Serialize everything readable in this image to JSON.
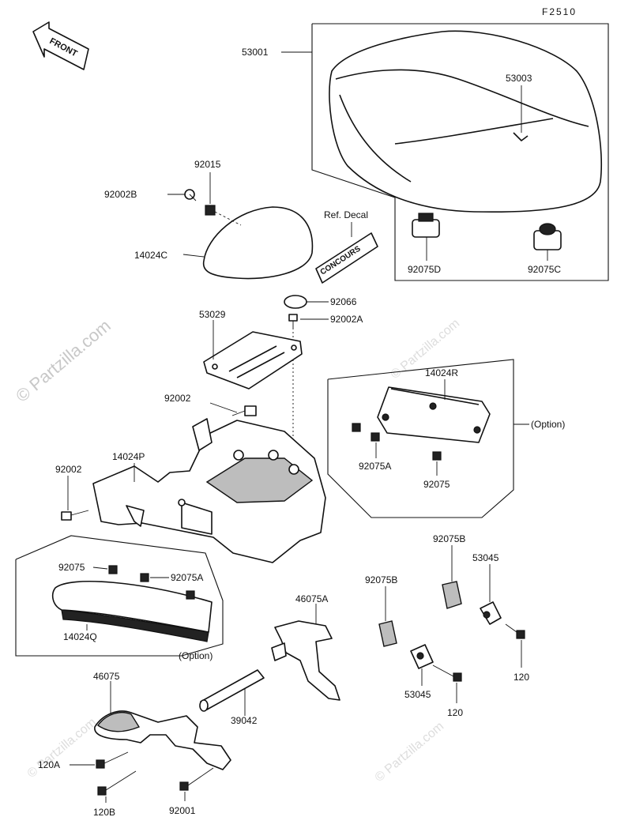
{
  "figure_code": "F2510",
  "front_label": "FRONT",
  "watermark": "© Partzilla.com",
  "ref_decal_label": "Ref. Decal",
  "decal_text": "CONCOURS",
  "option_right": "(Option)",
  "option_left": "(Option)",
  "parts": {
    "p53001": "53001",
    "p53003": "53003",
    "p92015": "92015",
    "p92002B": "92002B",
    "p14024C": "14024C",
    "p92075D": "92075D",
    "p92075C": "92075C",
    "p92066": "92066",
    "p53029": "53029",
    "p92002A": "92002A",
    "p92002_mid": "92002",
    "p14024R": "14024R",
    "p92075A_r": "92075A",
    "p92075_r": "92075",
    "p14024P": "14024P",
    "p92002_left": "92002",
    "p92075_l": "92075",
    "p92075A_l": "92075A",
    "p14024Q": "14024Q",
    "p92075B_top": "92075B",
    "p53045_top": "53045",
    "p92075B_mid": "92075B",
    "p46075A": "46075A",
    "p120_right": "120",
    "p53045_bot": "53045",
    "p120_mid": "120",
    "p46075": "46075",
    "p39042": "39042",
    "p120A": "120A",
    "p120B": "120B",
    "p92001": "92001"
  }
}
